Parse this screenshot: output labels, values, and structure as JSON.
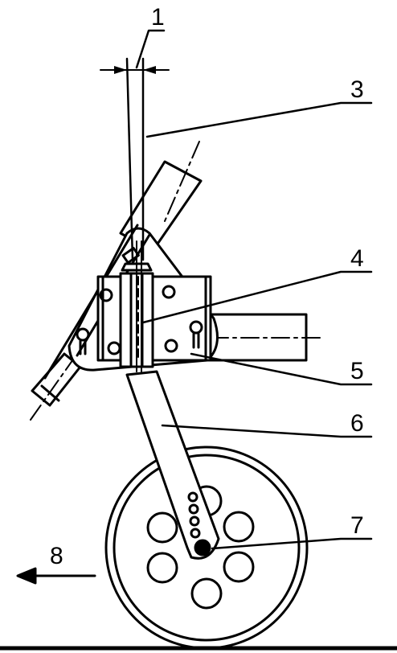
{
  "labels": {
    "l1": "1",
    "l3": "3",
    "l4": "4",
    "l5": "5",
    "l6": "6",
    "l7": "7",
    "l8": "8"
  },
  "colors": {
    "stroke": "#000000",
    "background": "#ffffff"
  }
}
